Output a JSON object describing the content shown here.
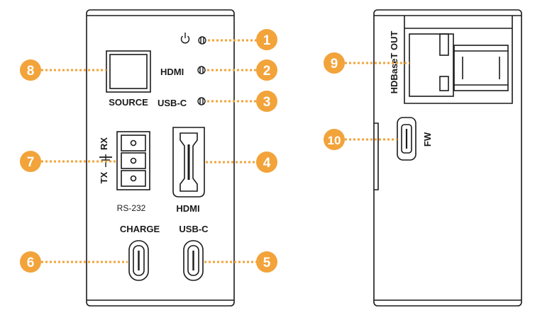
{
  "colors": {
    "badge": "#f2a33a",
    "leader": "#f2a33a",
    "outline": "#1a1a1a"
  },
  "front_panel": {
    "labels": {
      "power_icon": "power-icon",
      "hdmi_led": "HDMI",
      "usbc_led": "USB-C",
      "source": "SOURCE",
      "rx": "RX",
      "tx": "TX",
      "rs232": "RS-232",
      "hdmi_port": "HDMI",
      "charge": "CHARGE",
      "usbc_port": "USB-C"
    }
  },
  "back_panel": {
    "labels": {
      "hdbaset_out": "HDBaseT OUT",
      "fw": "FW"
    }
  },
  "callouts": [
    "1",
    "2",
    "3",
    "4",
    "5",
    "6",
    "7",
    "8",
    "9",
    "10"
  ]
}
